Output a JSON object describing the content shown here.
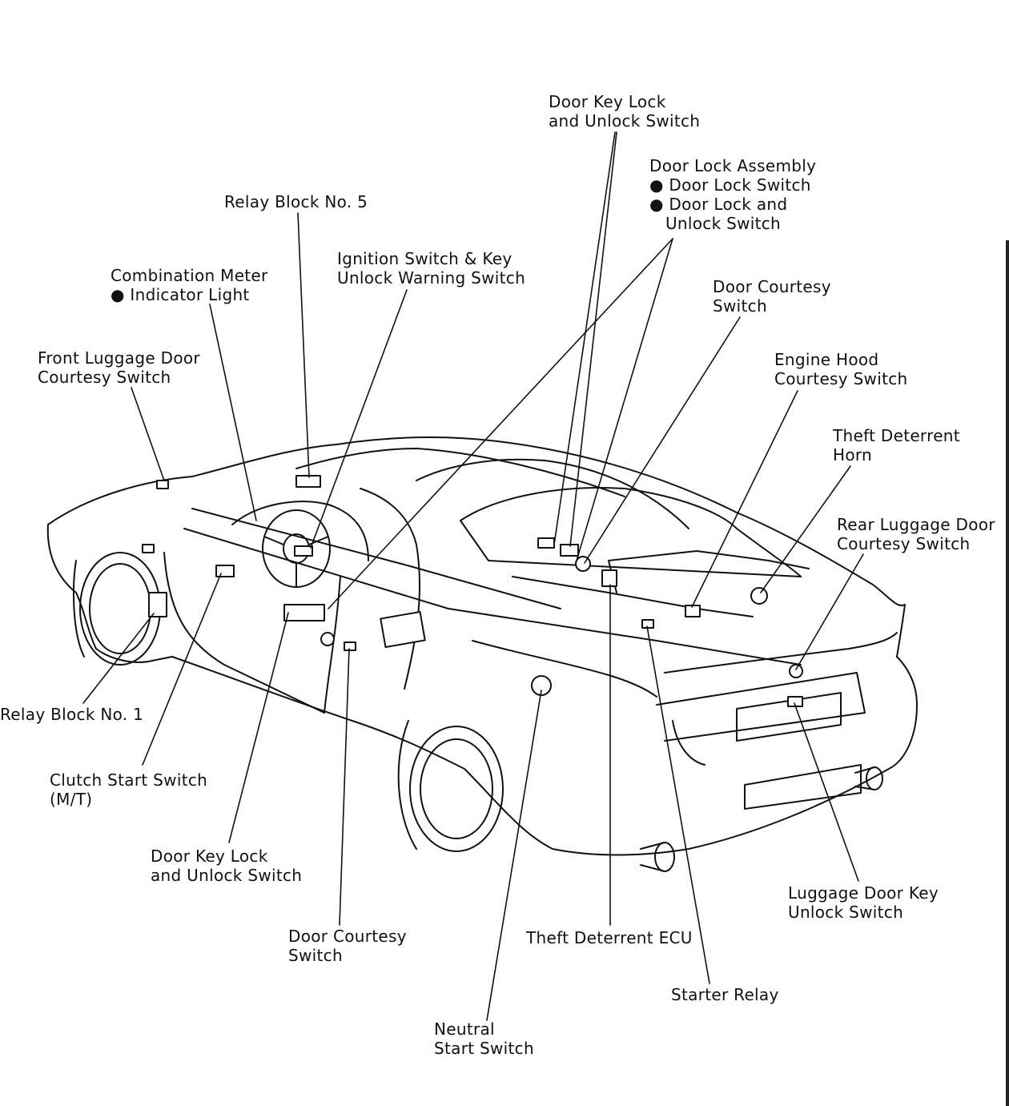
{
  "labels": {
    "door_key_lock_top": [
      "Door Key Lock",
      "and Unlock Switch"
    ],
    "door_lock_assembly": [
      "Door Lock Assembly",
      "● Door Lock Switch",
      "● Door Lock and",
      "   Unlock Switch"
    ],
    "relay_block_5": [
      "Relay Block No. 5"
    ],
    "ignition_switch": [
      "Ignition Switch & Key",
      "Unlock Warning Switch"
    ],
    "combination_meter": [
      "Combination Meter",
      "● Indicator Light"
    ],
    "door_courtesy_top": [
      "Door Courtesy",
      "Switch"
    ],
    "front_luggage": [
      "Front Luggage Door",
      "Courtesy Switch"
    ],
    "engine_hood": [
      "Engine Hood",
      "Courtesy Switch"
    ],
    "theft_horn": [
      "Theft Deterrent",
      "Horn"
    ],
    "rear_luggage": [
      "Rear Luggage Door",
      "Courtesy Switch"
    ],
    "relay_block_1": [
      "Relay Block No. 1"
    ],
    "clutch_start": [
      "Clutch Start Switch",
      "(M/T)"
    ],
    "door_key_lock_bottom": [
      "Door Key Lock",
      "and Unlock Switch"
    ],
    "door_courtesy_bottom": [
      "Door Courtesy",
      "Switch"
    ],
    "theft_ecu": [
      "Theft Deterrent ECU"
    ],
    "luggage_key": [
      "Luggage Door Key",
      "Unlock Switch"
    ],
    "starter_relay": [
      "Starter Relay"
    ],
    "neutral_start": [
      "Neutral",
      "Start Switch"
    ]
  }
}
